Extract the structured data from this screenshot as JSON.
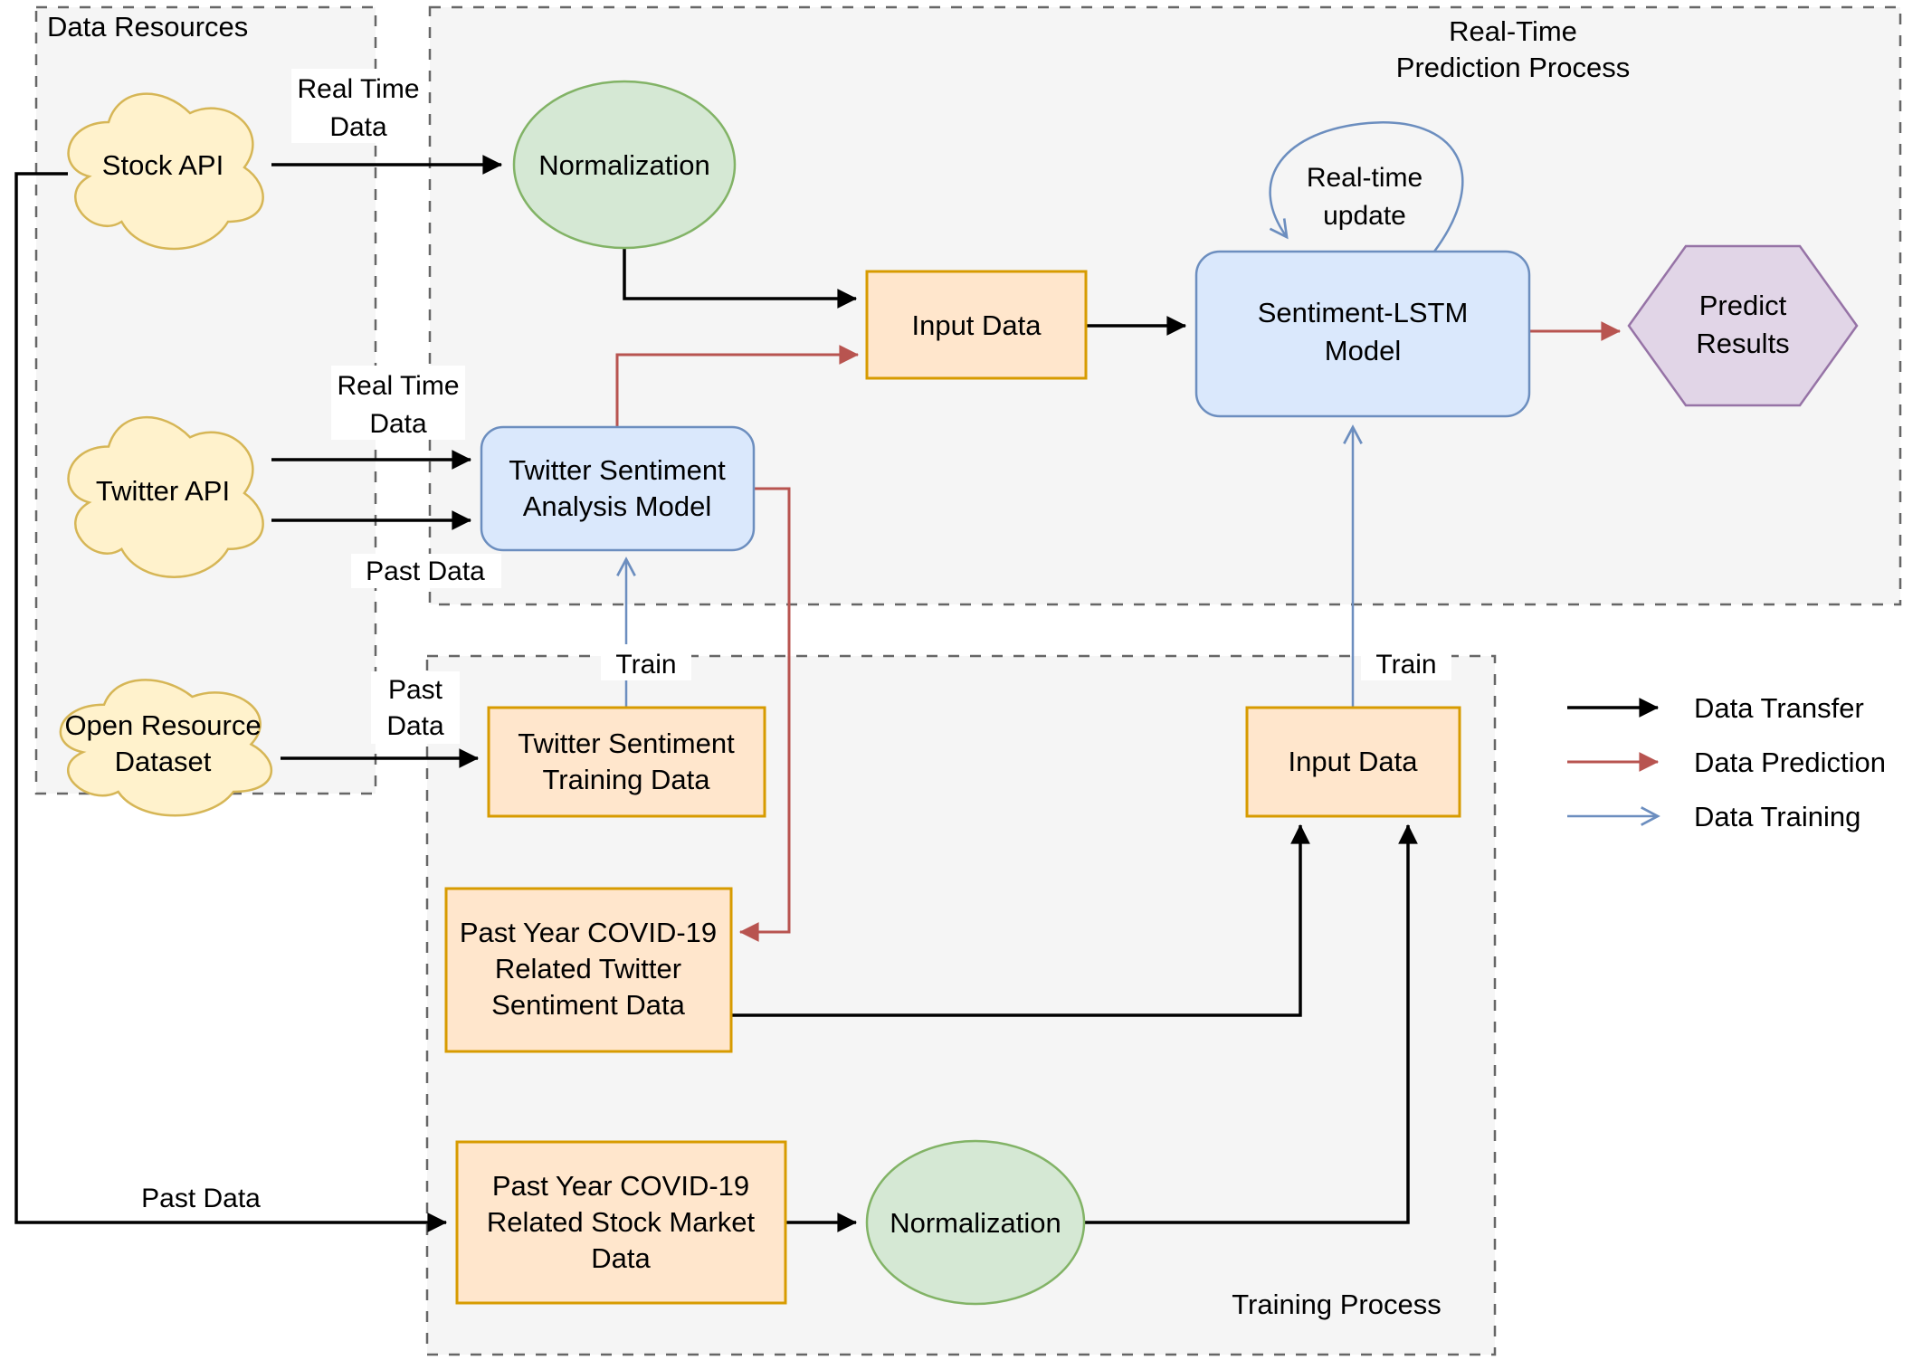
{
  "containers": {
    "data_resources": {
      "label": "Data Resources"
    },
    "realtime_prediction": {
      "label": [
        "Real-Time",
        "Prediction Process"
      ]
    },
    "training": {
      "label": "Training Process"
    }
  },
  "nodes": {
    "stock_api": {
      "label": "Stock API"
    },
    "twitter_api": {
      "label": "Twitter API"
    },
    "open_resource_dataset": {
      "label": [
        "Open Resource",
        "Dataset"
      ]
    },
    "normalization_realtime": {
      "label": "Normalization"
    },
    "input_data_realtime": {
      "label": "Input Data"
    },
    "sentiment_lstm_model": {
      "label": [
        "Sentiment-LSTM",
        "Model"
      ]
    },
    "predict_results": {
      "label": [
        "Predict",
        "Results"
      ]
    },
    "twitter_sentiment_analysis_model": {
      "label": [
        "Twitter Sentiment",
        "Analysis Model"
      ]
    },
    "twitter_sentiment_training_data": {
      "label": [
        "Twitter Sentiment",
        "Training Data"
      ]
    },
    "input_data_training": {
      "label": "Input Data"
    },
    "covid_twitter_sentiment_data": {
      "label": [
        "Past Year COVID-19",
        "Related Twitter",
        "Sentiment Data"
      ]
    },
    "covid_stock_market_data": {
      "label": [
        "Past Year COVID-19",
        "Related Stock Market",
        "Data"
      ]
    },
    "normalization_training": {
      "label": "Normalization"
    }
  },
  "edge_labels": {
    "stock_realtime_data": [
      "Real Time",
      "Data"
    ],
    "twitter_realtime_data": [
      "Real Time",
      "Data"
    ],
    "twitter_past_data": "Past Data",
    "open_resource_past_data": [
      "Past",
      "Data"
    ],
    "stock_past_data": "Past Data",
    "train_sentiment_model": "Train",
    "train_lstm_model": "Train",
    "realtime_update": [
      "Real-time",
      "update"
    ]
  },
  "legend": {
    "items": [
      {
        "label": "Data Transfer",
        "color": "#000000",
        "head": "solid"
      },
      {
        "label": "Data Prediction",
        "color": "#b85450",
        "head": "solid"
      },
      {
        "label": "Data Training",
        "color": "#6c8ebf",
        "head": "open"
      }
    ]
  },
  "colors": {
    "cloud_fill": "#fff2cc",
    "cloud_stroke": "#d6b656",
    "data_box_fill": "#ffe6cc",
    "data_box_stroke": "#d79b00",
    "model_fill": "#dae8fc",
    "model_stroke": "#6c8ebf",
    "normalization_fill": "#d5e8d4",
    "normalization_stroke": "#82b366",
    "result_fill": "#e1d5e7",
    "result_stroke": "#9673a6",
    "transfer_arrow": "#000000",
    "prediction_arrow": "#b85450",
    "training_arrow": "#6c8ebf",
    "container_fill": "#f5f5f5",
    "container_stroke": "#666666"
  }
}
